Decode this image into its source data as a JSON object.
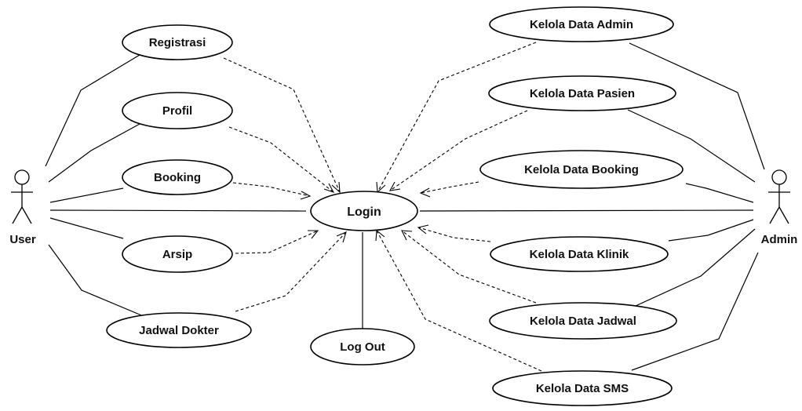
{
  "actors": {
    "user": {
      "label": "User"
    },
    "admin": {
      "label": "Admin"
    }
  },
  "use_cases": {
    "login": "Login",
    "logout": "Log Out",
    "registrasi": "Registrasi",
    "profil": "Profil",
    "booking": "Booking",
    "arsip": "Arsip",
    "jadwal_dokter": "Jadwal Dokter",
    "kelola_admin": "Kelola Data Admin",
    "kelola_pasien": "Kelola Data Pasien",
    "kelola_booking": "Kelola Data Booking",
    "kelola_klinik": "Kelola Data Klinik",
    "kelola_jadwal": "Kelola Data Jadwal",
    "kelola_sms": "Kelola Data SMS"
  },
  "colors": {
    "stroke": "#000000",
    "fill": "#ffffff",
    "text": "#111111"
  }
}
